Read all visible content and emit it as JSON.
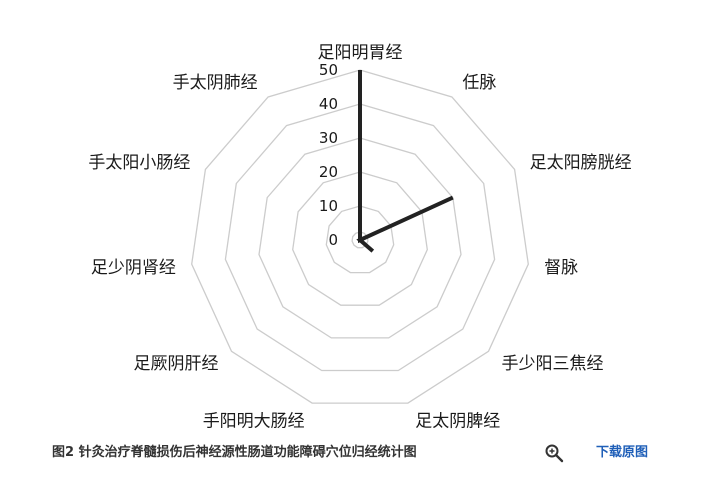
{
  "chart_data": {
    "type": "radar",
    "categories": [
      "足阳明胃经",
      "任脉",
      "足太阳膀胱经",
      "督脉",
      "手少阳三焦经",
      "足太阴脾经",
      "手阳明大肠经",
      "足厥阴肝经",
      "足少阴肾经",
      "手太阳小肠经",
      "手太阴肺经"
    ],
    "values": [
      50,
      0,
      30,
      0,
      5,
      0,
      0,
      0,
      0,
      0,
      0
    ],
    "ticks": [
      "0",
      "10",
      "20",
      "30",
      "40",
      "50"
    ],
    "rlim": [
      0,
      50
    ],
    "grid": true,
    "line_color": "#222222",
    "grid_color": "#cccccc"
  },
  "caption": "图2 针灸治疗脊髓损伤后神经源性肠道功能障碍穴位归经统计图",
  "zoom_icon": "magnifier-icon",
  "download_label": "下载原图"
}
